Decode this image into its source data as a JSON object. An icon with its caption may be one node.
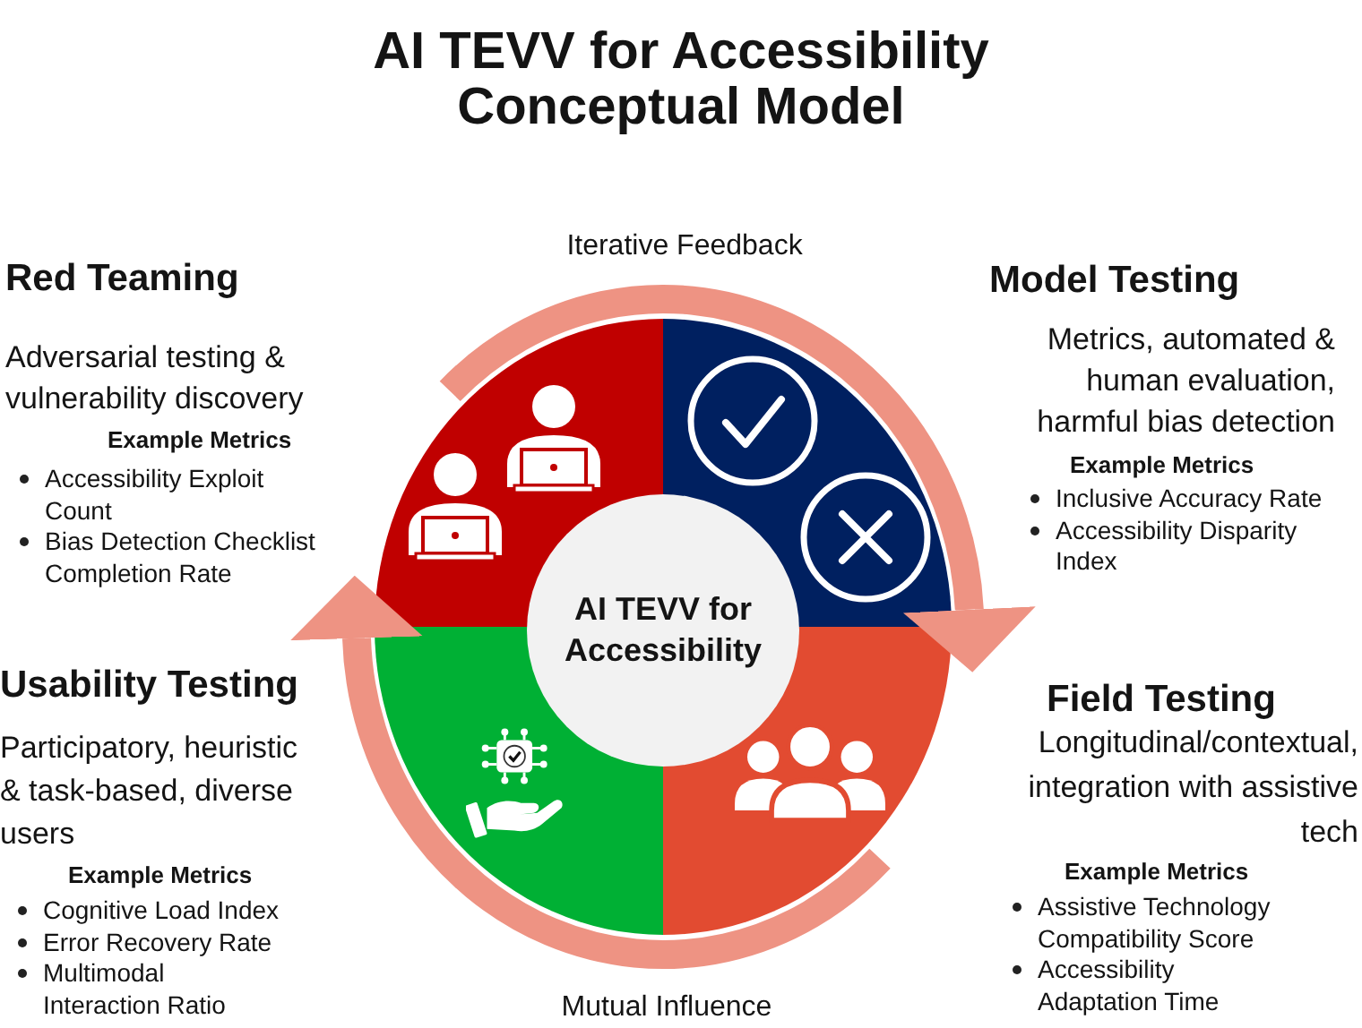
{
  "diagram": {
    "title": "AI TEVV for Accessibility Conceptual Model",
    "nodes": [
      {
        "text": [
          "Red Teaming",
          "Adversarial testing & vulnerability discovery",
          "Example Metrics",
          "Accessibility Exploit Count",
          "Bias Detection Checklist Completion Rate"
        ]
      },
      {
        "text": [
          "Model Testing",
          "Metrics, automated & human evaluation, harmful bias detection",
          "Example Metrics",
          "Inclusive Accuracy Rate",
          "Accessibility Disparity Index"
        ]
      },
      {
        "text": [
          "AI TEVV for Accessibility"
        ]
      },
      {
        "text": [
          "Usability Testing",
          "Participatory, heuristic & task-based, diverse users",
          "Example Metrics",
          "Cognitive Load Index",
          "Error Recovery Rate",
          "Multimodal Interaction Ratio"
        ]
      },
      {
        "text": [
          "Field Testing",
          "Longitudinal/contextual, integration with assistive tech",
          "Example Metrics",
          "Assistive Technology Compatibility Score",
          "Accessibility Adaptation Time"
        ]
      }
    ],
    "edges": [
      {
        "from": 0,
        "to": 1,
        "arrow": "to",
        "label": "Iterative Feedback"
      },
      {
        "from": 4,
        "to": 3,
        "arrow": "to",
        "label": "Mutual Influence"
      }
    ]
  }
}
